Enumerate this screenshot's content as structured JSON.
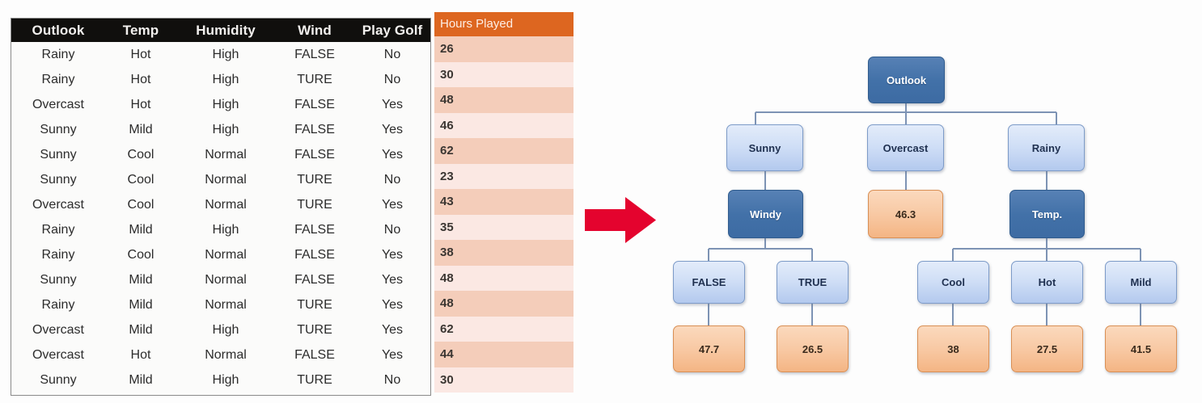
{
  "table": {
    "columns": [
      "Outlook",
      "Temp",
      "Humidity",
      "Wind",
      "Play Golf"
    ],
    "rows": [
      [
        "Rainy",
        "Hot",
        "High",
        "FALSE",
        "No"
      ],
      [
        "Rainy",
        "Hot",
        "High",
        "TURE",
        "No"
      ],
      [
        "Overcast",
        "Hot",
        "High",
        "FALSE",
        "Yes"
      ],
      [
        "Sunny",
        "Mild",
        "High",
        "FALSE",
        "Yes"
      ],
      [
        "Sunny",
        "Cool",
        "Normal",
        "FALSE",
        "Yes"
      ],
      [
        "Sunny",
        "Cool",
        "Normal",
        "TURE",
        "No"
      ],
      [
        "Overcast",
        "Cool",
        "Normal",
        "TURE",
        "Yes"
      ],
      [
        "Rainy",
        "Mild",
        "High",
        "FALSE",
        "No"
      ],
      [
        "Rainy",
        "Cool",
        "Normal",
        "FALSE",
        "Yes"
      ],
      [
        "Sunny",
        "Mild",
        "Normal",
        "FALSE",
        "Yes"
      ],
      [
        "Rainy",
        "Mild",
        "Normal",
        "TURE",
        "Yes"
      ],
      [
        "Overcast",
        "Mild",
        "High",
        "TURE",
        "Yes"
      ],
      [
        "Overcast",
        "Hot",
        "Normal",
        "FALSE",
        "Yes"
      ],
      [
        "Sunny",
        "Mild",
        "High",
        "TURE",
        "No"
      ]
    ]
  },
  "hours": {
    "header": "Hours Played",
    "values": [
      "26",
      "30",
      "48",
      "46",
      "62",
      "23",
      "43",
      "35",
      "38",
      "48",
      "48",
      "62",
      "44",
      "30"
    ]
  },
  "arrow": {
    "name": "right-arrow",
    "color": "#e4032e"
  },
  "tree": {
    "root": {
      "label": "Outlook"
    },
    "level2": [
      {
        "label": "Sunny"
      },
      {
        "label": "Overcast"
      },
      {
        "label": "Rainy"
      }
    ],
    "level3": [
      {
        "label": "Windy"
      },
      {
        "label": "46.3"
      },
      {
        "label": "Temp."
      }
    ],
    "level4": [
      {
        "label": "FALSE"
      },
      {
        "label": "TRUE"
      },
      {
        "label": "Cool"
      },
      {
        "label": "Hot"
      },
      {
        "label": "Mild"
      }
    ],
    "leaves": [
      {
        "label": "47.7"
      },
      {
        "label": "26.5"
      },
      {
        "label": "38"
      },
      {
        "label": "27.5"
      },
      {
        "label": "41.5"
      }
    ]
  },
  "colors": {
    "header_black": "#100f0d",
    "hours_header_orange": "#dd6620",
    "hours_row_odd": "#f4cdba",
    "hours_row_even": "#fbe8e3",
    "node_dark_blue": "#4271a8",
    "node_light_blue": "#cfdef6",
    "node_leaf_orange": "#f8c9a4",
    "arrow_red": "#e4032e",
    "connector_line": "#7d93b4"
  }
}
